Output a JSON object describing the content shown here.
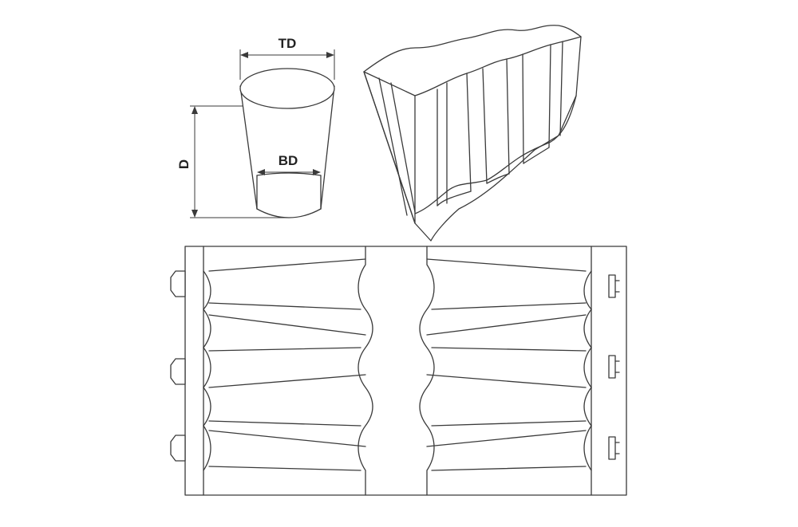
{
  "diagram": {
    "labels": {
      "top_diameter": "TD",
      "bottom_diameter": "BD",
      "depth": "D"
    },
    "colors": {
      "line": "#3a3a3a",
      "background": "#ffffff"
    }
  }
}
